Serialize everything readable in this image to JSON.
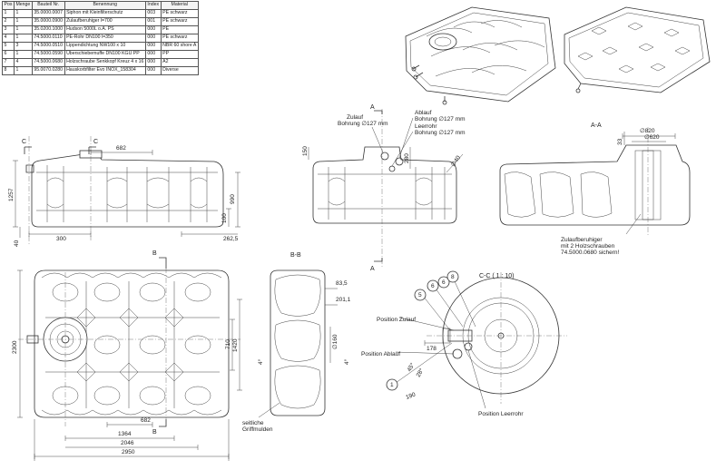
{
  "bom": {
    "headers": [
      "Pos",
      "Menge",
      "Bauteil Nr.",
      "Benennung",
      "Index",
      "Material"
    ],
    "rows": [
      [
        "1",
        "1",
        "35.0000.0007",
        "Siphon mit Kleinfilterschutz",
        "003",
        "PE schwarz"
      ],
      [
        "2",
        "1",
        "35.0000.0900",
        "Zulaufberuhiger l=700",
        "001",
        "PE schwarz"
      ],
      [
        "3",
        "1",
        "35.0200.1000",
        "Hudson 5000L o.A. PS",
        "000",
        "PE"
      ],
      [
        "4",
        "1",
        "74.5000.0110",
        "PE-Rohr DN100 l=350",
        "000",
        "PE schwarz"
      ],
      [
        "5",
        "3",
        "74.5000.0510",
        "Lippendichtung NW100 x 10",
        "000",
        "NBR 60 shore A"
      ],
      [
        "6",
        "1",
        "74.5000.0590",
        "Überschiebemuffe DN100 KGU PP",
        "000",
        "PP"
      ],
      [
        "7",
        "4",
        "74.5000.0680",
        "Holzschraube Senkkopf Kreuz 4 x 16",
        "000",
        "A2"
      ],
      [
        "8",
        "1",
        "95.0070.0280",
        "Hauskorbfilter Evo INOX_158304",
        "000",
        "Diverse"
      ]
    ]
  },
  "front_view": {
    "dims": {
      "d682": "682",
      "d1257": "1257",
      "d990": "990",
      "d100": "100",
      "d40": "40",
      "d300": "300",
      "d262": "262,5"
    },
    "section_c1": "C",
    "section_c2": "C"
  },
  "side_view": {
    "zulauf": "Zulauf",
    "zulauf_bohrung": "Bohrung ∅127 mm",
    "ablauf": "Ablauf",
    "ablauf_bohrung": "Bohrung ∅127 mm",
    "leerrohr": "Leerrohr",
    "leerrohr_bohrung": "Bohrung ∅127 mm",
    "d150": "150",
    "d280": "280",
    "d40": "∅40",
    "sec_a_top": "A",
    "sec_a_bottom": "A"
  },
  "section_aa": {
    "title": "A-A",
    "d820": "∅820",
    "d620": "∅620",
    "d33": "33",
    "note1": "Zulaufberuhiger",
    "note2": "mit 2 Holzschrauben",
    "note3": "74.5000.0680 sichern!"
  },
  "top_view": {
    "d2300": "2300",
    "d710": "710",
    "d1420": "1420",
    "d682": "682",
    "d1364": "1364",
    "d2046": "2046",
    "d2950": "2950",
    "sec_b_top": "B",
    "sec_b_bottom": "B"
  },
  "section_bb": {
    "title": "B-B",
    "d83": "83,5",
    "d201": "201,1",
    "d160": "∅160",
    "a4_left": "4°",
    "a4_right": "4°",
    "note1": "seitliche",
    "note2": "Griffmulden"
  },
  "section_cc": {
    "title": "C-C ( 1 : 10)",
    "pos_zulauf": "Position Zulauf",
    "pos_ablauf": "Position Ablauf",
    "pos_leerrohr": "Position Leerrohr",
    "d178": "178",
    "d190": "190",
    "d45": "45°",
    "d28": "28°",
    "balloons": [
      "1",
      "5",
      "6",
      "6",
      "8"
    ]
  }
}
